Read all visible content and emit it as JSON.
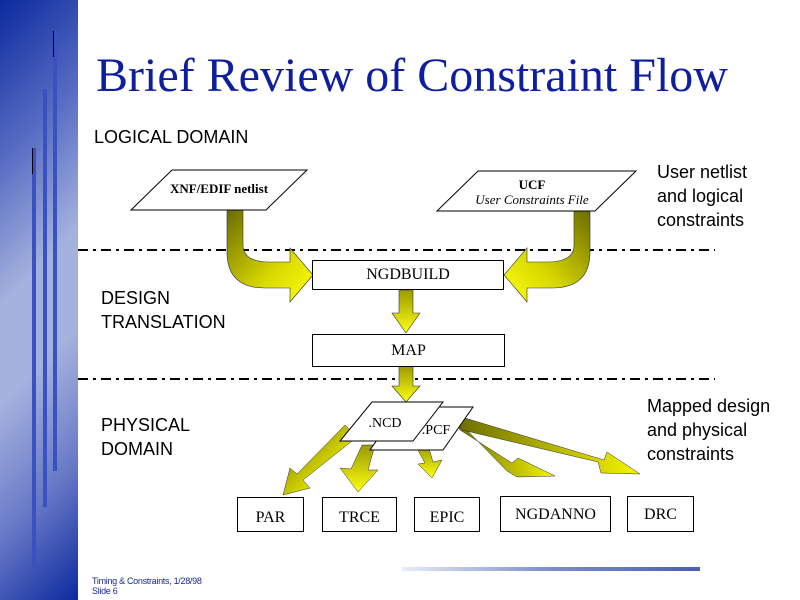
{
  "slide": {
    "title": "Brief Review of Constraint Flow",
    "accent_color": "#0d1f9e",
    "arrow_color": "#f2f200"
  },
  "domains": [
    {
      "label": "LOGICAL DOMAIN"
    },
    {
      "label_line1": "DESIGN",
      "label_line2": "TRANSLATION"
    },
    {
      "label_line1": "PHYSICAL",
      "label_line2": "DOMAIN"
    }
  ],
  "inputs": {
    "netlist": "XNF/EDIF netlist",
    "ucf_title": "UCF",
    "ucf_subtitle": "User Constraints File"
  },
  "process": {
    "ngdbuild": "NGDBUILD",
    "map": "MAP"
  },
  "files": {
    "ncd": ".NCD",
    "pcf": ".PCF"
  },
  "tools": [
    "PAR",
    "TRCE",
    "EPIC",
    "NGDANNO",
    "DRC"
  ],
  "notes": {
    "logical": [
      "User netlist",
      "and logical",
      "constraints"
    ],
    "physical": [
      "Mapped design",
      "and physical",
      "constraints"
    ]
  },
  "footer": {
    "line1": "Timing & Constraints, 1/28/98",
    "line2": "Slide 6"
  }
}
